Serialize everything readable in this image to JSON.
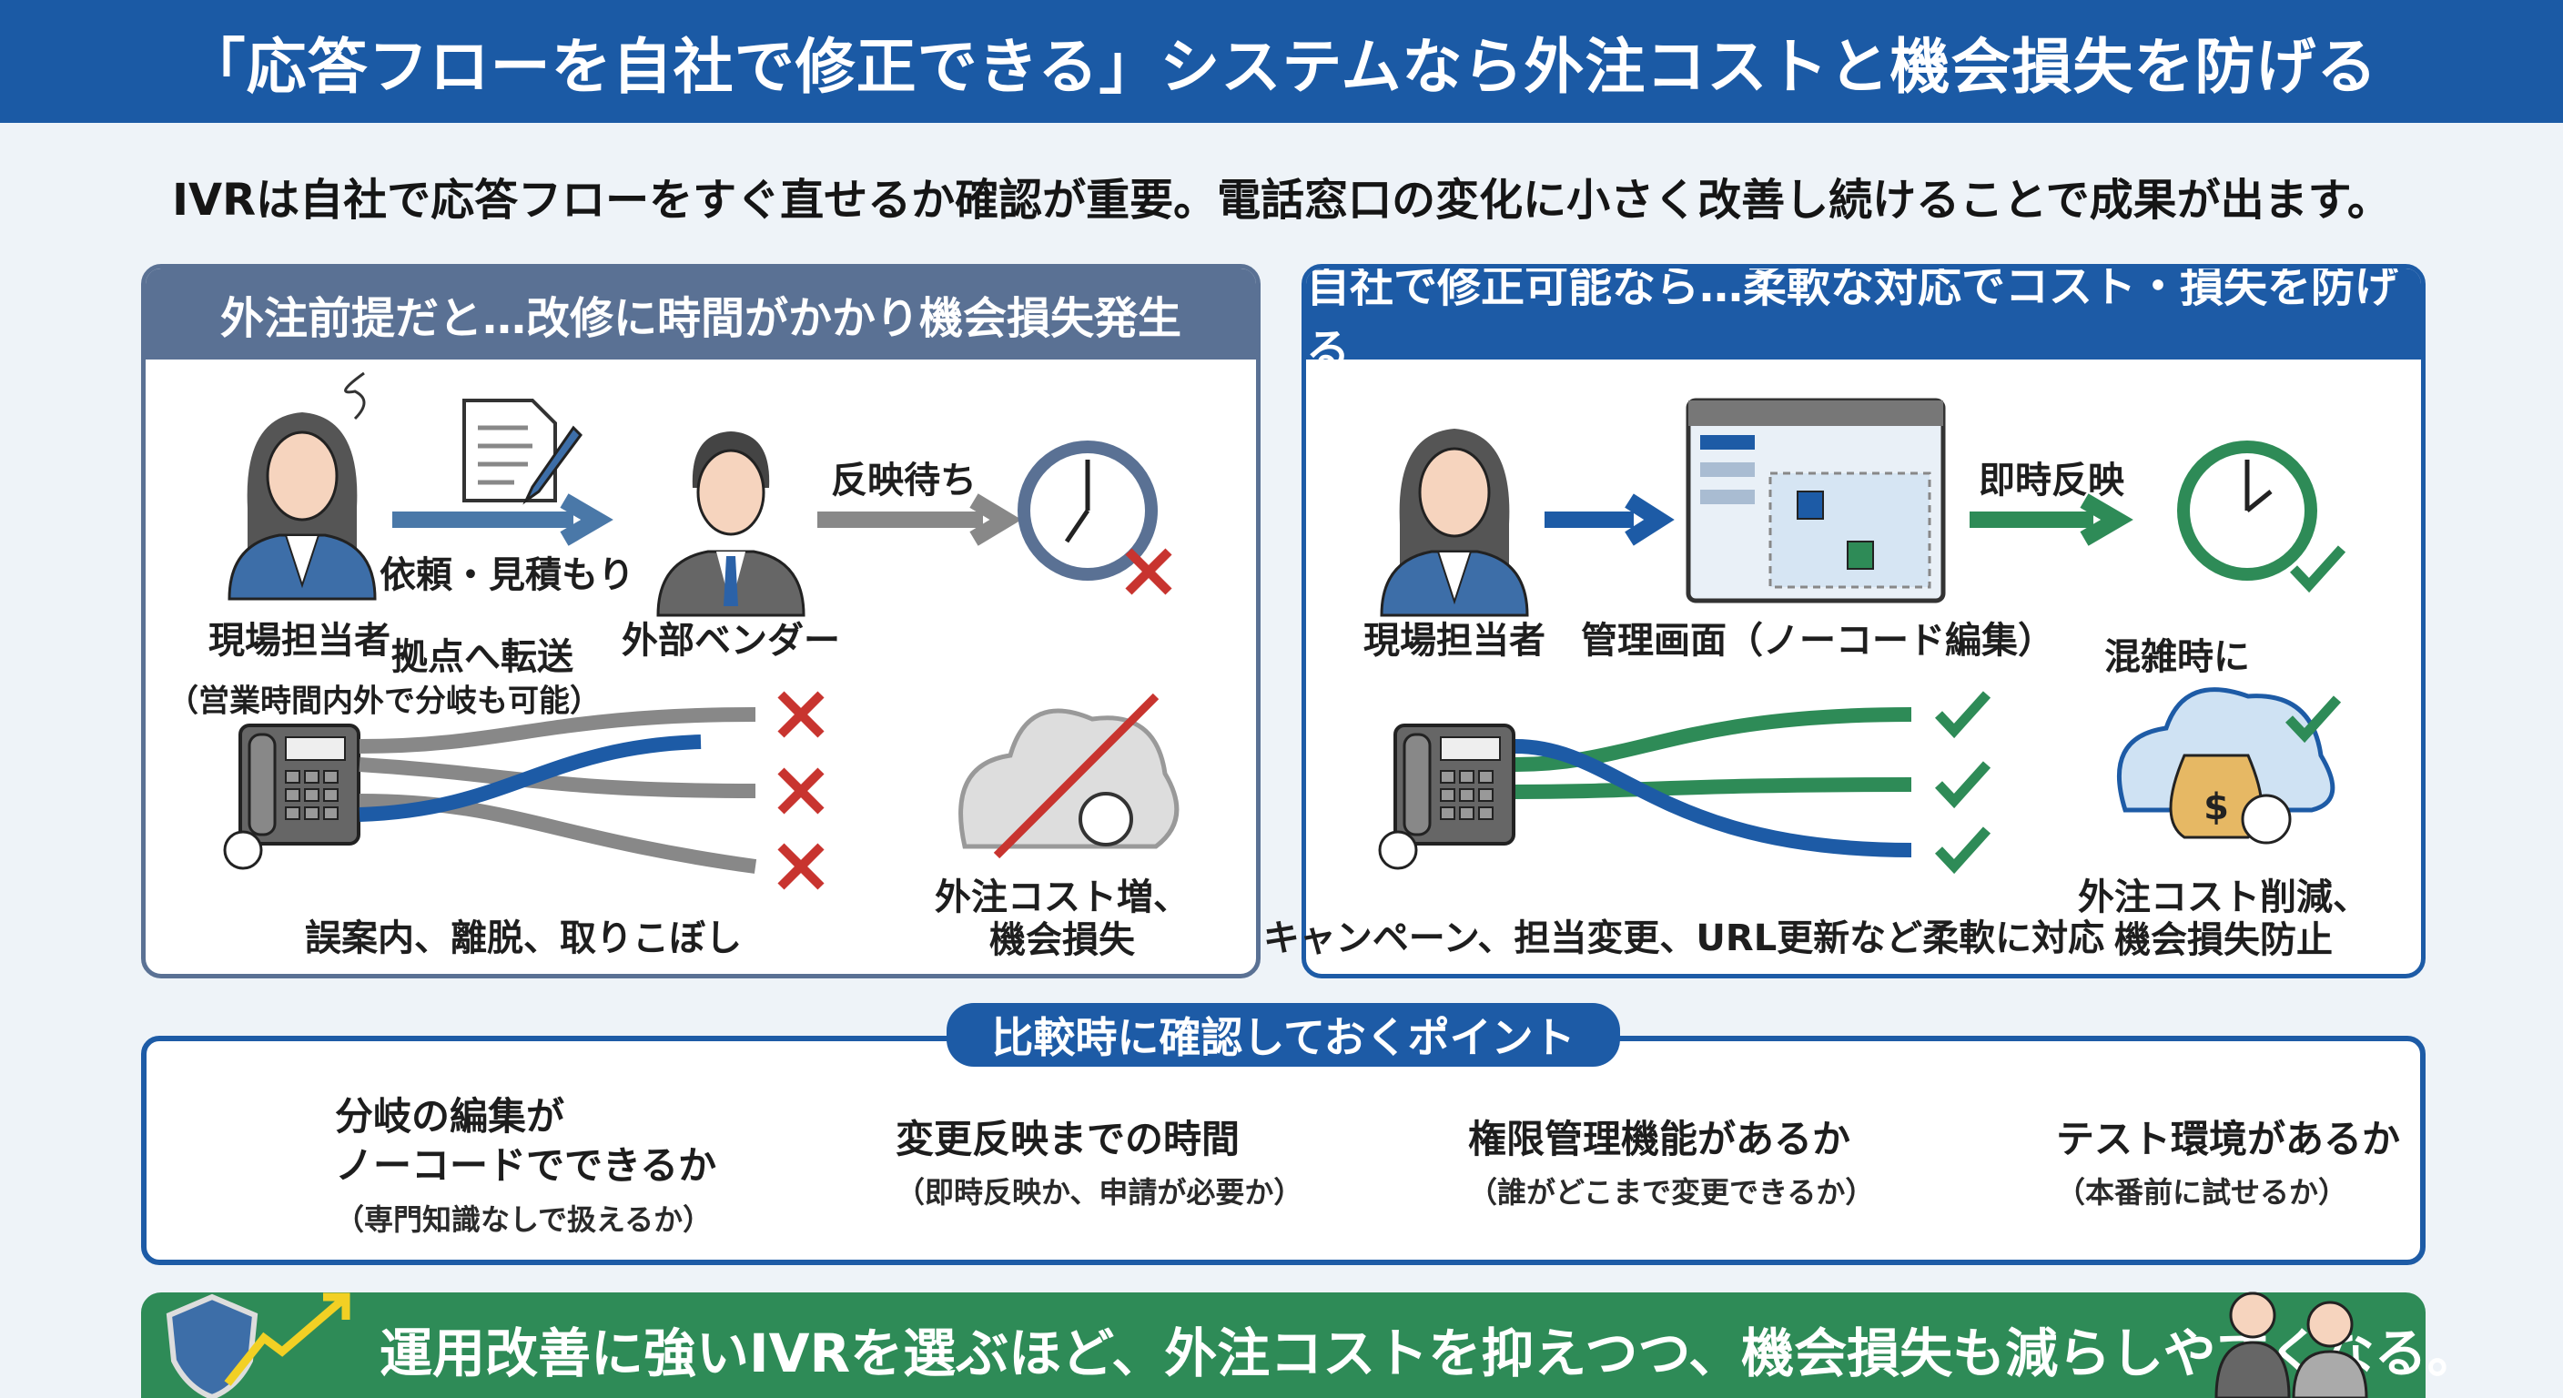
{
  "title": "「応答フローを自社で修正できる」システムなら外注コストと機会損失を防げる",
  "subtitle": "IVRは自社で応答フローをすぐ直せるか確認が重要。電話窓口の変化に小さく改善し続けることで成果が出ます。",
  "colors": {
    "primary": "#1b5aa5",
    "left_header": "#5a7194",
    "green": "#2e8b57",
    "red": "#c8342f"
  },
  "left": {
    "header": "外注前提だと…改修に時間がかかり機会損失発生",
    "request_label": "依頼・見積もり",
    "wait_label": "反映待ち",
    "staff_label": "現場担当者",
    "vendor_label": "外部ベンダー",
    "transfer_label": "拠点へ転送",
    "transfer_note": "（営業時間内外で分岐も可能）",
    "problems_label": "誤案内、離脱、取りこぼし",
    "result_line1": "外注コスト増、",
    "result_line2": "機会損失",
    "icons": [
      "woman-staff-icon",
      "document-pen-icon",
      "man-vendor-icon",
      "clock-x-icon",
      "desk-phone-icon",
      "x-mark-icon",
      "crossed-money-cloud-icon"
    ]
  },
  "right": {
    "header": "自社で修正可能なら…柔軟な対応でコスト・損失を防げる",
    "instant_label": "即時反映",
    "staff_label": "現場担当者",
    "admin_label": "管理画面（ノーコード編集）",
    "busy_label": "混雑時に",
    "flex_label": "キャンペーン、担当変更、URL更新など柔軟に対応",
    "result_line1": "外注コスト削減、",
    "result_line2": "機会損失防止",
    "icons": [
      "woman-staff-icon",
      "admin-screen-icon",
      "clock-check-icon",
      "desk-phone-icon",
      "check-icon",
      "money-cloud-check-icon"
    ]
  },
  "points": {
    "heading": "比較時に確認しておくポイント",
    "items": [
      {
        "icon": "puzzle-icon",
        "line1": "分岐の編集が",
        "line2": "ノーコードでできるか",
        "sub": "（専門知識なしで扱えるか）"
      },
      {
        "icon": "stopwatch-icon",
        "line1": "変更反映までの時間",
        "sub": "（即時反映か、申請が必要か）"
      },
      {
        "icon": "user-lock-icon",
        "line1": "権限管理機能があるか",
        "sub": "（誰がどこまで変更できるか）"
      },
      {
        "icon": "sandbox-flag-icon",
        "line1": "テスト環境があるか",
        "sub": "（本番前に試せるか）"
      }
    ]
  },
  "banner": {
    "text": "運用改善に強いIVRを選ぶほど、外注コストを抑えつつ、機会損失も減らしやすくなる。",
    "icons": [
      "shield-icon",
      "rising-arrow-icon",
      "business-people-icon"
    ]
  }
}
